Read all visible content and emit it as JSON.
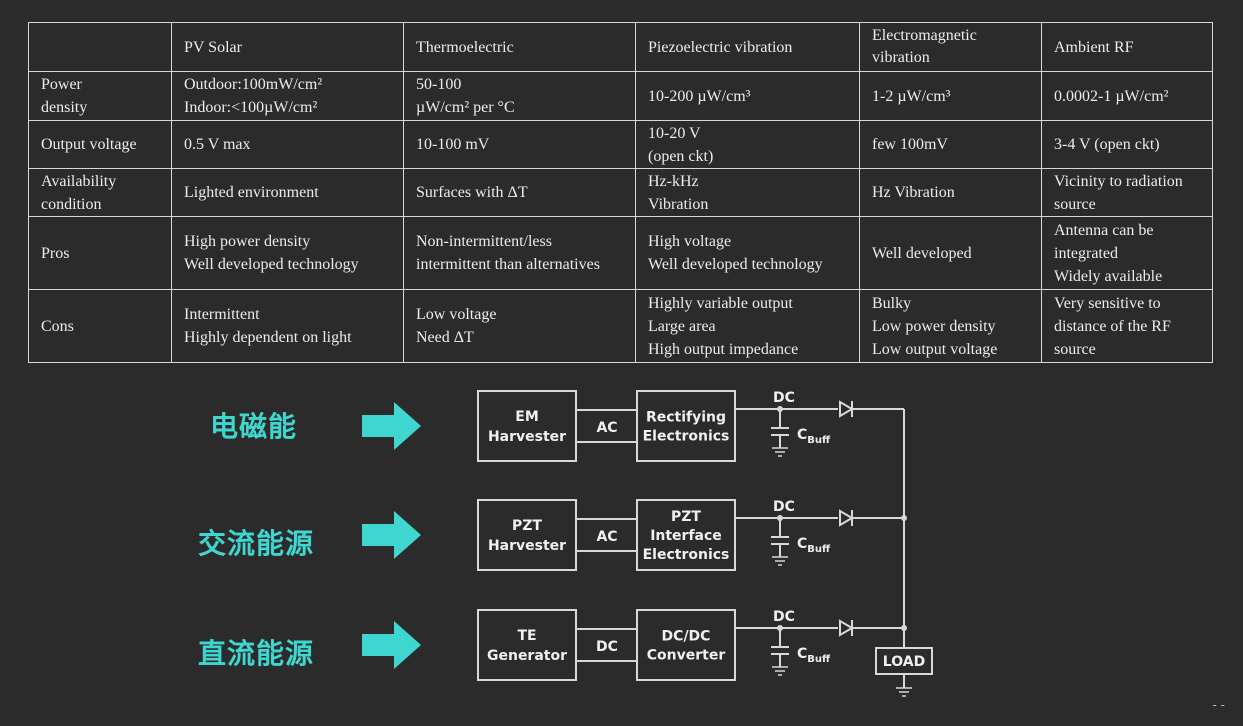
{
  "table": {
    "headers": [
      "",
      "PV Solar",
      "Thermoelectric",
      "Piezoelectric vibration",
      "Electromagnetic vibration",
      "Ambient RF"
    ],
    "rows": [
      {
        "label": [
          "Power",
          "density"
        ],
        "cells": [
          [
            "Outdoor:100mW/cm²",
            "Indoor:<100µW/cm²"
          ],
          [
            "50-100",
            "µW/cm² per °C"
          ],
          [
            "10-200 µW/cm³"
          ],
          [
            "1-2 µW/cm³"
          ],
          [
            "0.0002-1 µW/cm²"
          ]
        ]
      },
      {
        "label": [
          "Output voltage"
        ],
        "cells": [
          [
            "0.5 V max"
          ],
          [
            "10-100 mV"
          ],
          [
            "10-20 V",
            "(open ckt)"
          ],
          [
            "few 100mV"
          ],
          [
            "3-4 V (open ckt)"
          ]
        ]
      },
      {
        "label": [
          "Availability",
          "condition"
        ],
        "cells": [
          [
            "Lighted environment"
          ],
          [
            "Surfaces with ΔT"
          ],
          [
            "Hz-kHz",
            "Vibration"
          ],
          [
            "Hz Vibration"
          ],
          [
            "Vicinity to radiation",
            "source"
          ]
        ]
      },
      {
        "label": [
          "Pros"
        ],
        "cells": [
          [
            "High power density",
            "Well developed technology"
          ],
          [
            "Non-intermittent/less",
            "intermittent than alternatives"
          ],
          [
            "High voltage",
            "Well developed technology"
          ],
          [
            "Well developed"
          ],
          [
            "Antenna can be",
            "integrated",
            "Widely available"
          ]
        ]
      },
      {
        "label": [
          "Cons"
        ],
        "cells": [
          [
            "Intermittent",
            "Highly dependent on light"
          ],
          [
            "Low voltage",
            "Need ΔT"
          ],
          [
            "Highly variable output",
            "Large area",
            "High output impedance"
          ],
          [
            "Bulky",
            "Low power density",
            "Low output voltage"
          ],
          [
            "Very sensitive to",
            "distance of the RF",
            "source"
          ]
        ]
      }
    ]
  },
  "diagram": {
    "labels": [
      "电磁能",
      "交流能源",
      "直流能源"
    ],
    "chains": [
      {
        "harvester": [
          "EM",
          "Harvester"
        ],
        "link": "AC",
        "converter": [
          "Rectifying",
          "Electronics"
        ],
        "out": "DC",
        "cap_main": "C",
        "cap_sub": "Buff"
      },
      {
        "harvester": [
          "PZT",
          "Harvester"
        ],
        "link": "AC",
        "converter": [
          "PZT",
          "Interface",
          "Electronics"
        ],
        "out": "DC",
        "cap_main": "C",
        "cap_sub": "Buff"
      },
      {
        "harvester": [
          "TE",
          "Generator"
        ],
        "link": "DC",
        "converter": [
          "DC/DC",
          "Converter"
        ],
        "out": "DC",
        "cap_main": "C",
        "cap_sub": "Buff"
      }
    ],
    "load": "LOAD"
  },
  "colors": {
    "accent": "#3fd6d0",
    "background": "#2b2b2b",
    "line": "#d8d8d8"
  },
  "page_mark": "- -"
}
